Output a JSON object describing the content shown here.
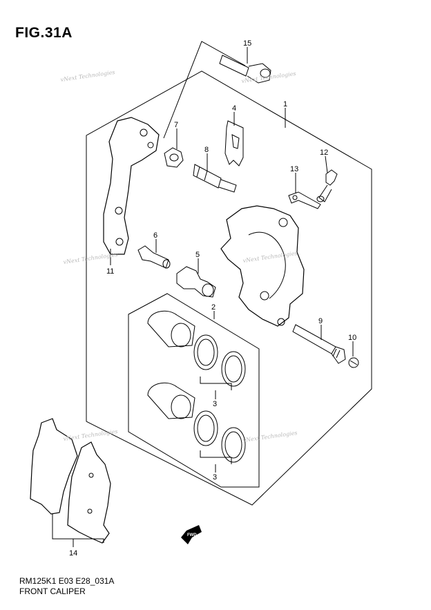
{
  "figure": {
    "title": "FIG.31A",
    "code": "RM125K1 E03 E28_031A",
    "caption": "FRONT CALIPER"
  },
  "watermark": {
    "text": "vNext Technologies"
  },
  "forward_marker": {
    "text": "FWD"
  },
  "callouts": [
    {
      "id": "1",
      "label": "1"
    },
    {
      "id": "2",
      "label": "2"
    },
    {
      "id": "3a",
      "label": "3"
    },
    {
      "id": "3b",
      "label": "3"
    },
    {
      "id": "4",
      "label": "4"
    },
    {
      "id": "5",
      "label": "5"
    },
    {
      "id": "6",
      "label": "6"
    },
    {
      "id": "7",
      "label": "7"
    },
    {
      "id": "8",
      "label": "8"
    },
    {
      "id": "9",
      "label": "9"
    },
    {
      "id": "10",
      "label": "10"
    },
    {
      "id": "11",
      "label": "11"
    },
    {
      "id": "12",
      "label": "12"
    },
    {
      "id": "13",
      "label": "13"
    },
    {
      "id": "14",
      "label": "14"
    },
    {
      "id": "15",
      "label": "15"
    }
  ],
  "colors": {
    "line": "#000000",
    "watermark": "#b9b9b9",
    "background": "#ffffff"
  }
}
